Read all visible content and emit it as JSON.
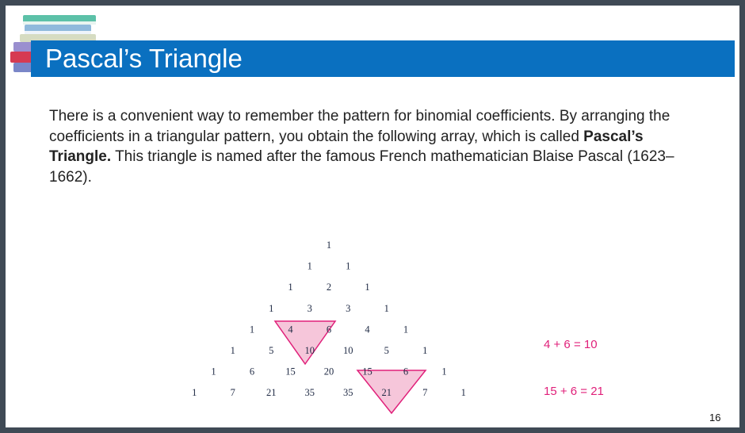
{
  "slide": {
    "title": "Pascal’s Triangle",
    "page_number": "16",
    "paragraph": {
      "before": "There is a convenient way to remember the pattern for binomial coefficients. By arranging the coefficients in a triangular pattern, you obtain the following array, which is called ",
      "emphasis": "Pascal’s Triangle.",
      "after": " This triangle is named after the famous French mathematician Blaise Pascal (1623–1662)."
    },
    "triangle_rows": [
      [
        "1"
      ],
      [
        "1",
        "1"
      ],
      [
        "1",
        "2",
        "1"
      ],
      [
        "1",
        "3",
        "3",
        "1"
      ],
      [
        "1",
        "4",
        "6",
        "4",
        "1"
      ],
      [
        "1",
        "5",
        "10",
        "10",
        "5",
        "1"
      ],
      [
        "1",
        "6",
        "15",
        "20",
        "15",
        "6",
        "1"
      ],
      [
        "1",
        "7",
        "21",
        "35",
        "35",
        "21",
        "7",
        "1"
      ]
    ],
    "equations": [
      "4 + 6 = 10",
      "15 + 6 = 21"
    ],
    "colors": {
      "title_bar": "#0a70c0",
      "highlight_fill": "#f6c6da",
      "highlight_stroke": "#e0207a",
      "equation_text": "#e0207a"
    }
  }
}
